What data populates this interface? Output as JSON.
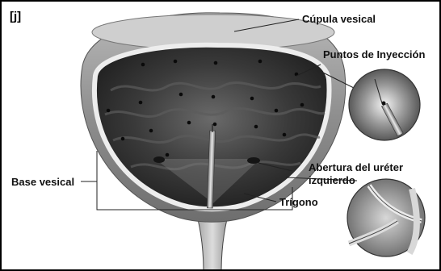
{
  "figure": {
    "tag": "[j]",
    "labels": {
      "cupula": "Cúpula vesical",
      "puntos": "Puntos de Inyección",
      "abertura_line1": "Abertura del uréter",
      "abertura_line2": "izquierdo",
      "base": "Base vesical",
      "trigono": "Trígono"
    },
    "icons": [
      "bladder-cross-section",
      "injection-needle",
      "injection-closeup-inset",
      "ureter-closeup-inset"
    ],
    "colors": {
      "frame": "#000000",
      "tissue": "#8a8a8a",
      "cavity": "#3a3a3a",
      "leader": "#222222"
    }
  }
}
